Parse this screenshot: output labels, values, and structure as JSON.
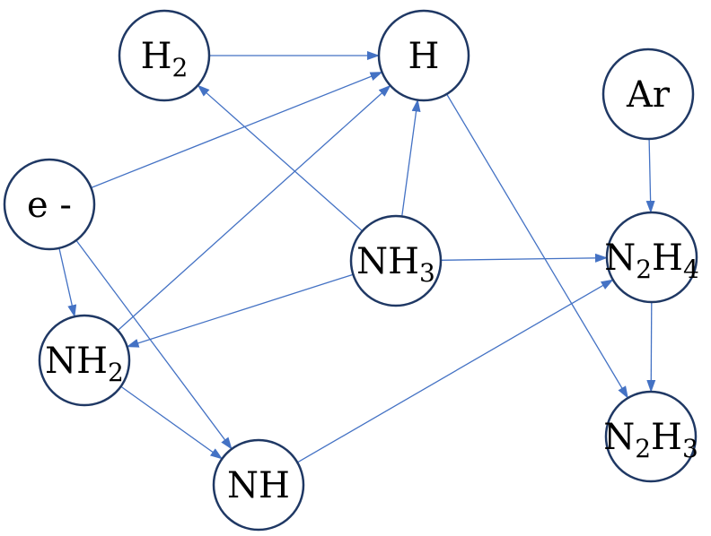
{
  "colors": {
    "node_stroke": "#1F3864",
    "node_fill": "#FFFFFF",
    "edge": "#4472C4",
    "text": "#000000"
  },
  "nodes": [
    {
      "id": "H2",
      "name": "node-h2",
      "base": "H",
      "sub": "2"
    },
    {
      "id": "H",
      "name": "node-h",
      "base": "H"
    },
    {
      "id": "Ar",
      "name": "node-ar",
      "base": "Ar"
    },
    {
      "id": "e",
      "name": "node-electron",
      "base": "e -"
    },
    {
      "id": "NH3",
      "name": "node-nh3",
      "base": "NH",
      "sub": "3"
    },
    {
      "id": "N2H4",
      "name": "node-n2h4",
      "parts": [
        "N",
        "2",
        "H",
        "4"
      ]
    },
    {
      "id": "NH2",
      "name": "node-nh2",
      "base": "NH",
      "sub": "2"
    },
    {
      "id": "N2H3",
      "name": "node-n2h3",
      "parts": [
        "N",
        "2",
        "H",
        "3"
      ]
    },
    {
      "id": "NH",
      "name": "node-nh",
      "base": "NH"
    }
  ],
  "edges": [
    {
      "from": "H2",
      "to": "H"
    },
    {
      "from": "e",
      "to": "H"
    },
    {
      "from": "NH2",
      "to": "H"
    },
    {
      "from": "NH3",
      "to": "H"
    },
    {
      "from": "NH3",
      "to": "H2"
    },
    {
      "from": "NH3",
      "to": "N2H4"
    },
    {
      "from": "NH3",
      "to": "NH2"
    },
    {
      "from": "e",
      "to": "NH2"
    },
    {
      "from": "e",
      "to": "NH"
    },
    {
      "from": "NH2",
      "to": "NH"
    },
    {
      "from": "NH",
      "to": "N2H4"
    },
    {
      "from": "H",
      "to": "N2H3"
    },
    {
      "from": "Ar",
      "to": "N2H4"
    },
    {
      "from": "N2H4",
      "to": "N2H3"
    }
  ]
}
